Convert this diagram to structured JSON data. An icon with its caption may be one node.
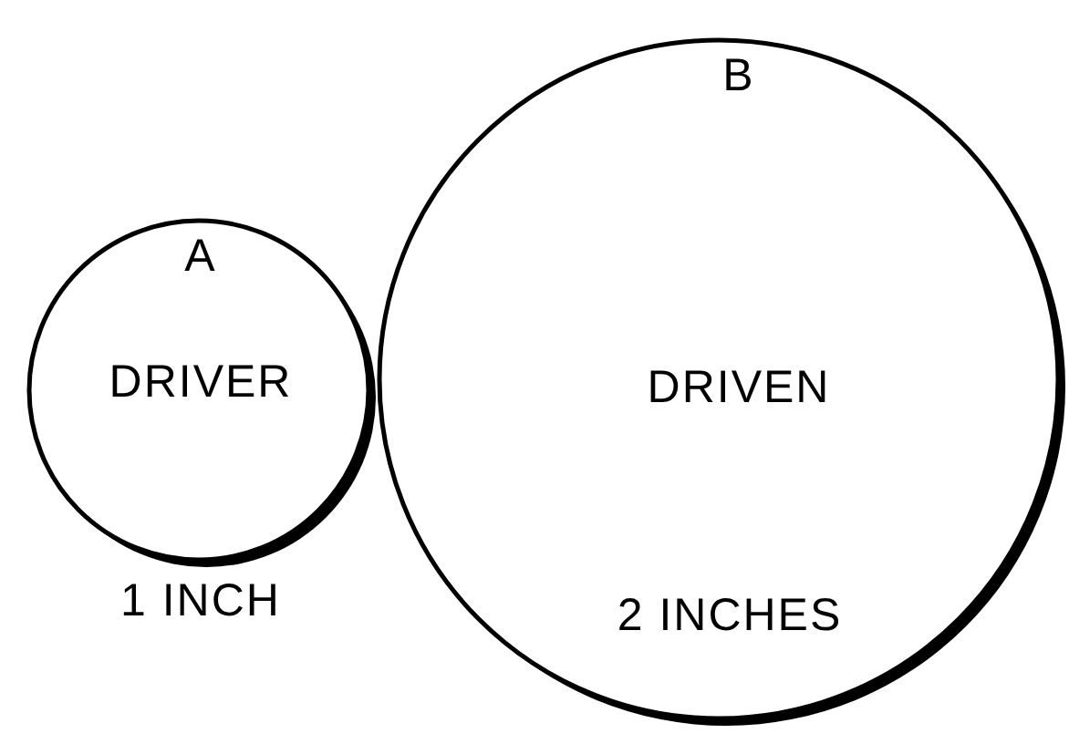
{
  "diagram": {
    "nodes": [
      {
        "text": [
          "A",
          "DRIVER"
        ],
        "beside": [
          "1 INCH"
        ]
      },
      {
        "text": [
          "B",
          "DRIVEN",
          "2 INCHES"
        ]
      }
    ]
  }
}
